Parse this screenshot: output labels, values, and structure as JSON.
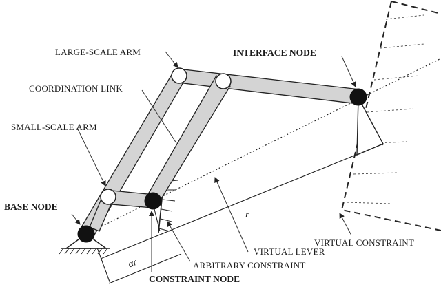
{
  "labels": {
    "large_scale_arm": "LARGE-SCALE ARM",
    "coordination_link": "COORDINATION LINK",
    "small_scale_arm": "SMALL-SCALE ARM",
    "base_node": "BASE NODE",
    "interface_node": "INTERFACE NODE",
    "virtual_lever": "VIRTUAL LEVER",
    "virtual_constraint": "VIRTUAL CONSTRAINT",
    "arbitrary_constraint": "ARBITRARY CONSTRAINT",
    "constraint_node": "CONSTRAINT NODE",
    "dim_r": "r",
    "dim_alpha_r": "αr"
  }
}
